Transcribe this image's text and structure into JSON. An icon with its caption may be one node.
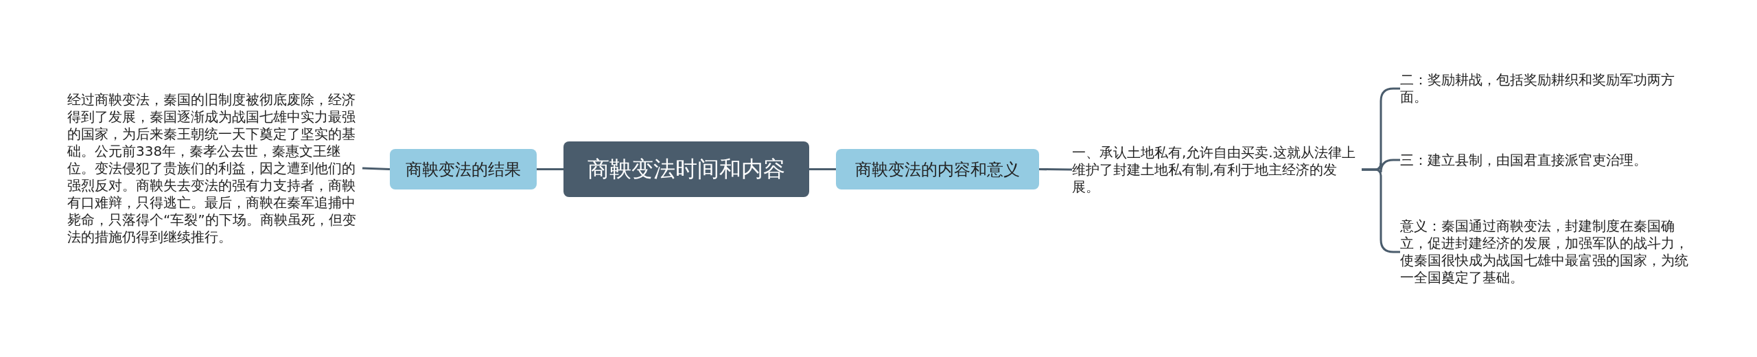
{
  "diagram": {
    "nodes": [
      {
        "text": [
          "商鞅变法时间和内容"
        ]
      },
      {
        "text": [
          "商鞅变法的结果"
        ]
      },
      {
        "text": [
          "经过商鞅变法，秦国的旧制度被彻底废除，经济得到了发展，秦国逐渐成为战国七雄中实力最强的国家，为后来秦王朝统一天下奠定了坚实的基础。公元前338年，秦孝公去世，秦惠文王继位。变法侵犯了贵族们的利益，因之遭到他们的强烈反对。商鞅失去变法的强有力支持者，商鞅有口难辩，只得逃亡。最后，商鞅在秦军追捕中毙命，只落得个“车裂”的下场。商鞅虽死，但变法的措施仍得到继续推行。"
        ]
      },
      {
        "text": [
          "商鞅变法的内容和意义"
        ]
      },
      {
        "text": [
          "一、承认土地私有,允许自由买卖.这就从法律上维护了封建土地私有制,有利于地主经济的发展。"
        ]
      },
      {
        "text": [
          "二：奖励耕战，包括奖励耕织和奖励军功两方面。"
        ]
      },
      {
        "text": [
          "三：建立县制，由国君直接派官吏治理。"
        ]
      },
      {
        "text": [
          "意义：秦国通过商鞅变法，封建制度在秦国确立，促进封建经济的发展，加强军队的战斗力，使秦国很快成为战国七雄中最富强的国家，为统一全国奠定了基础。"
        ]
      }
    ],
    "edges": [
      {
        "from": 0,
        "to": 1,
        "arrow": "none"
      },
      {
        "from": 1,
        "to": 2,
        "arrow": "none"
      },
      {
        "from": 0,
        "to": 3,
        "arrow": "none"
      },
      {
        "from": 3,
        "to": 4,
        "arrow": "none"
      },
      {
        "from": 4,
        "to": 5,
        "arrow": "none"
      },
      {
        "from": 4,
        "to": 6,
        "arrow": "none"
      },
      {
        "from": 4,
        "to": 7,
        "arrow": "none"
      }
    ]
  }
}
